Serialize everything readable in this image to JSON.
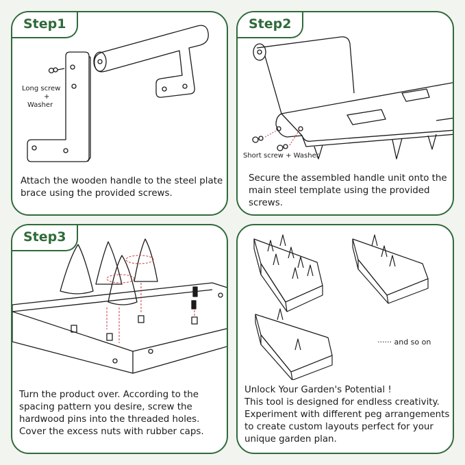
{
  "step1": {
    "title": "Step1",
    "label_long_screw": "Long screw",
    "label_plus": "+",
    "label_washer": "Washer",
    "caption": "Attach the wooden handle to the steel plate brace using the provided screws."
  },
  "step2": {
    "title": "Step2",
    "label_short_screw": "Short screw + Washer",
    "caption": "Secure the assembled handle unit onto the main steel template using the provided screws."
  },
  "step3": {
    "title": "Step3",
    "caption": "Turn the product over. According to the spacing pattern you desire, screw the hardwood pins into the threaded holes. Cover the excess nuts with rubber caps."
  },
  "panel4": {
    "and_so_on": "······ and so on",
    "heading": "Unlock Your Garden's Potential !",
    "body": "This tool is designed for endless creativity. Experiment with different peg arrangements to create custom layouts perfect for your unique garden plan."
  },
  "colors": {
    "accent": "#2f6a3a",
    "background": "#f2f4ef",
    "arrow": "#d0393b"
  }
}
